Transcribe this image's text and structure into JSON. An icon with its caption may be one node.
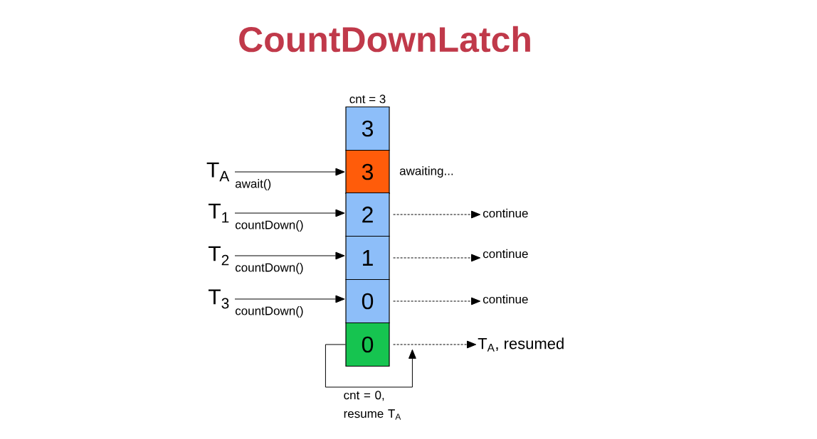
{
  "diagram": {
    "title": "CountDownLatch",
    "nodes": [
      {
        "text": [
          "T$_{A}$"
        ]
      },
      {
        "text": [
          "T$_{1}$"
        ]
      },
      {
        "text": [
          "T$_{2}$"
        ]
      },
      {
        "text": [
          "T$_{3}$"
        ]
      },
      {
        "text": [
          "3"
        ],
        "beside": [
          "cnt = 3"
        ]
      },
      {
        "text": [
          "3"
        ],
        "beside": [
          "awaiting..."
        ]
      },
      {
        "text": [
          "2"
        ]
      },
      {
        "text": [
          "1"
        ]
      },
      {
        "text": [
          "0"
        ]
      },
      {
        "text": [
          "0"
        ]
      },
      {
        "text": [
          "continue"
        ]
      },
      {
        "text": [
          "continue"
        ]
      },
      {
        "text": [
          "continue"
        ]
      },
      {
        "text": [
          "T$_{A}$, resumed"
        ]
      }
    ],
    "edges": [
      {
        "from": 0,
        "to": 5,
        "arrow": "to",
        "label": "await()"
      },
      {
        "from": 1,
        "to": 6,
        "arrow": "to",
        "label": "countDown()"
      },
      {
        "from": 2,
        "to": 7,
        "arrow": "to",
        "label": "countDown()"
      },
      {
        "from": 3,
        "to": 8,
        "arrow": "to",
        "label": "countDown()"
      },
      {
        "from": 6,
        "to": 10,
        "arrow": "to",
        "style": "dashed"
      },
      {
        "from": 7,
        "to": 11,
        "arrow": "to",
        "style": "dashed"
      },
      {
        "from": 8,
        "to": 12,
        "arrow": "to",
        "style": "dashed"
      },
      {
        "from": 9,
        "to": 13,
        "arrow": "to",
        "style": "dashed"
      },
      {
        "from": 9,
        "to": null,
        "arrow": "to",
        "label": "cnt = 0, resume T$_{A}$"
      }
    ]
  }
}
